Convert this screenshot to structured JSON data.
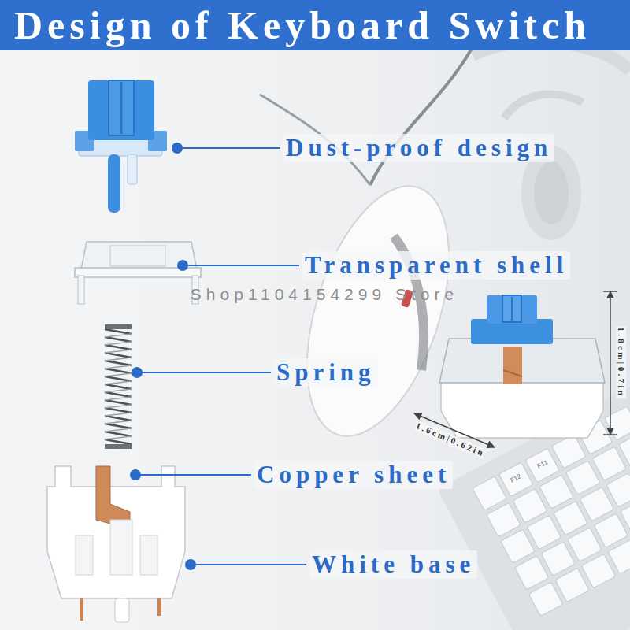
{
  "diagram": {
    "title": "Design of Keyboard Switch",
    "labels": [
      "Dust-proof design",
      "Transparent shell",
      "Shop1104154299 Store",
      "1.8cm|0.7in",
      "Spring",
      "1.6cm|0.62in",
      "Copper sheet",
      "F12",
      "F11",
      "White base"
    ]
  }
}
